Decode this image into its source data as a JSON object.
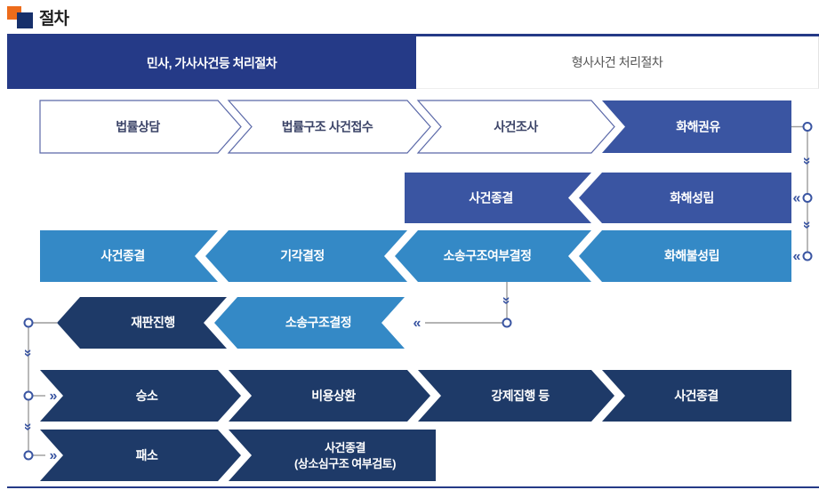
{
  "header": {
    "title": "절차"
  },
  "tabs": {
    "civil": {
      "label": "민사, 가사사건등 처리절차",
      "active": true
    },
    "criminal": {
      "label": "형사사건 처리절차",
      "active": false
    }
  },
  "flow": {
    "row1": {
      "s1": "법률상담",
      "s2": "법률구조 사건접수",
      "s3": "사건조사",
      "s4": "화해권유"
    },
    "row2": {
      "s1": "사건종결",
      "s2": "화해성립"
    },
    "row3": {
      "s1": "사건종결",
      "s2": "기각결정",
      "s3": "소송구조여부결정",
      "s4": "화해불성립"
    },
    "row4": {
      "s1": "재판진행",
      "s2": "소송구조결정"
    },
    "row5": {
      "s1": "승소",
      "s2": "비용상환",
      "s3": "강제집행 등",
      "s4": "사건종결"
    },
    "row6": {
      "s1": "패소",
      "s2_line1": "사건종결",
      "s2_line2": "(상소심구조 여부검토)"
    }
  },
  "icons": {
    "chevron_left": "«",
    "chevron_right": "»",
    "chevron_down": "»"
  },
  "colors": {
    "tab_navy": "#253a87",
    "arrow_navy_mid": "#3a55a2",
    "arrow_blue_light": "#3489c6",
    "arrow_navy_dark": "#1e3a68",
    "bullet_orange": "#ed6c1b",
    "bullet_navy": "#17306b",
    "connector_gray": "#9b9b9b"
  }
}
